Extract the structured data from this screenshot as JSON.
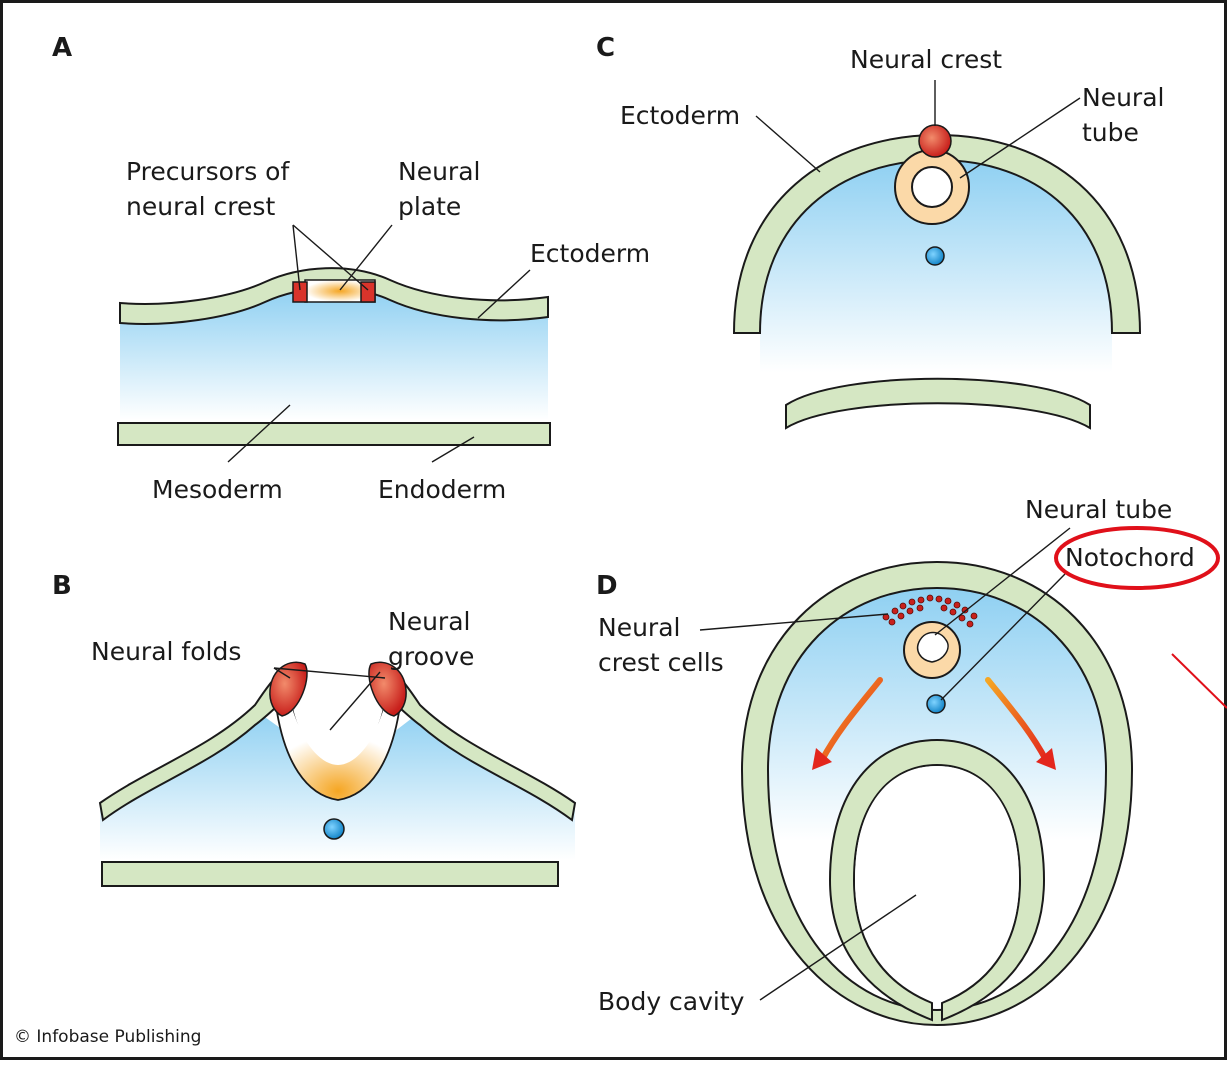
{
  "figure": {
    "panels": {
      "a": {
        "letter": "A",
        "labels": {
          "precursors_line1": "Precursors of",
          "precursors_line2": "neural crest",
          "neural_plate_line1": "Neural",
          "neural_plate_line2": "plate",
          "ectoderm": "Ectoderm",
          "mesoderm": "Mesoderm",
          "endoderm": "Endoderm"
        }
      },
      "b": {
        "letter": "B",
        "labels": {
          "neural_folds": "Neural folds",
          "neural_groove_line1": "Neural",
          "neural_groove_line2": "groove"
        }
      },
      "c": {
        "letter": "C",
        "labels": {
          "neural_crest": "Neural crest",
          "ectoderm": "Ectoderm",
          "neural_tube_line1": "Neural",
          "neural_tube_line2": "tube"
        }
      },
      "d": {
        "letter": "D",
        "labels": {
          "neural_tube": "Neural tube",
          "notochord": "Notochord",
          "neural_crest_cells_line1": "Neural",
          "neural_crest_cells_line2": "crest cells",
          "body_cavity": "Body cavity"
        }
      }
    },
    "credit": "© Infobase Publishing"
  },
  "colors": {
    "layer_green": "#d5e7c3",
    "mesoderm_blue": "#8fd0f2",
    "neural_orange": "#f5b041",
    "crest_red": "#d9342b",
    "notochord_blue": "#2a9bd8",
    "annotation_red": "#e0101a",
    "frame": "#1a1a1a"
  }
}
